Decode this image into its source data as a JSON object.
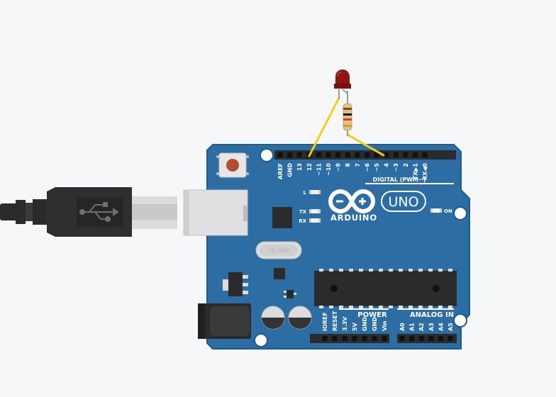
{
  "board": {
    "brand": "ARDUINO",
    "model": "UNO",
    "crystal_label": "16.000",
    "led_labels": {
      "l": "L",
      "tx": "TX",
      "rx": "RX",
      "on": "ON"
    },
    "digital_header_label": "DIGITAL (PWM~)",
    "digital_pins": [
      "AREF",
      "GND",
      "13",
      "12",
      "~11",
      "~10",
      "~9",
      "8",
      "7",
      "~6",
      "~5",
      "4",
      "~3",
      "2",
      "TX▶1",
      "RX◀0"
    ],
    "power_header_label": "POWER",
    "power_pins": [
      "IOREF",
      "RESET",
      "3.3V",
      "5V",
      "GND",
      "GND",
      "Vin"
    ],
    "analog_header_label": "ANALOG IN",
    "analog_pins": [
      "A0",
      "A1",
      "A2",
      "A3",
      "A4",
      "A5"
    ]
  },
  "colors": {
    "board": "#2c6ea3",
    "board_edge": "#1f5a88",
    "wire": "#f2cf13",
    "led": "#8e1515",
    "cable": "#2b2b2b"
  },
  "components": {
    "led": "red-led",
    "resistor": "resistor",
    "usb_cable": "usb-b-cable",
    "power_jack": "dc-barrel-jack",
    "chip": "atmega328p-dip-chip"
  }
}
